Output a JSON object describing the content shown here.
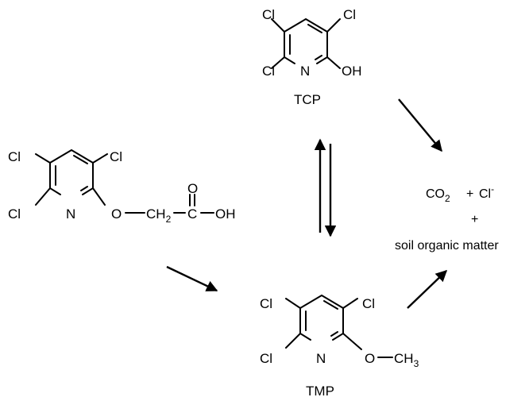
{
  "molecules": {
    "tcp": {
      "name": "TCP",
      "atoms": {
        "cl_top_left": "Cl",
        "cl_top_right": "Cl",
        "cl_bottom_left": "Cl",
        "n": "N",
        "oh": "OH"
      }
    },
    "triclopyr": {
      "atoms": {
        "cl_top_left": "Cl",
        "cl_top_right": "Cl",
        "cl_bottom_left": "Cl",
        "n": "N",
        "o_ether": "O",
        "ch": "CH",
        "ch_sub": "2",
        "c_carbonyl": "C",
        "o_carbonyl": "O",
        "oh": "OH"
      }
    },
    "tmp": {
      "name": "TMP",
      "atoms": {
        "cl_top_left": "Cl",
        "cl_top_right": "Cl",
        "cl_bottom_left": "Cl",
        "n": "N",
        "o_methoxy": "O",
        "ch": "CH",
        "ch_sub": "3"
      }
    }
  },
  "products": {
    "co": "CO",
    "co_sub": "2",
    "plus1": "+",
    "cl": "Cl",
    "cl_sup": "-",
    "plus2": "+",
    "organic": "soil organic matter"
  }
}
